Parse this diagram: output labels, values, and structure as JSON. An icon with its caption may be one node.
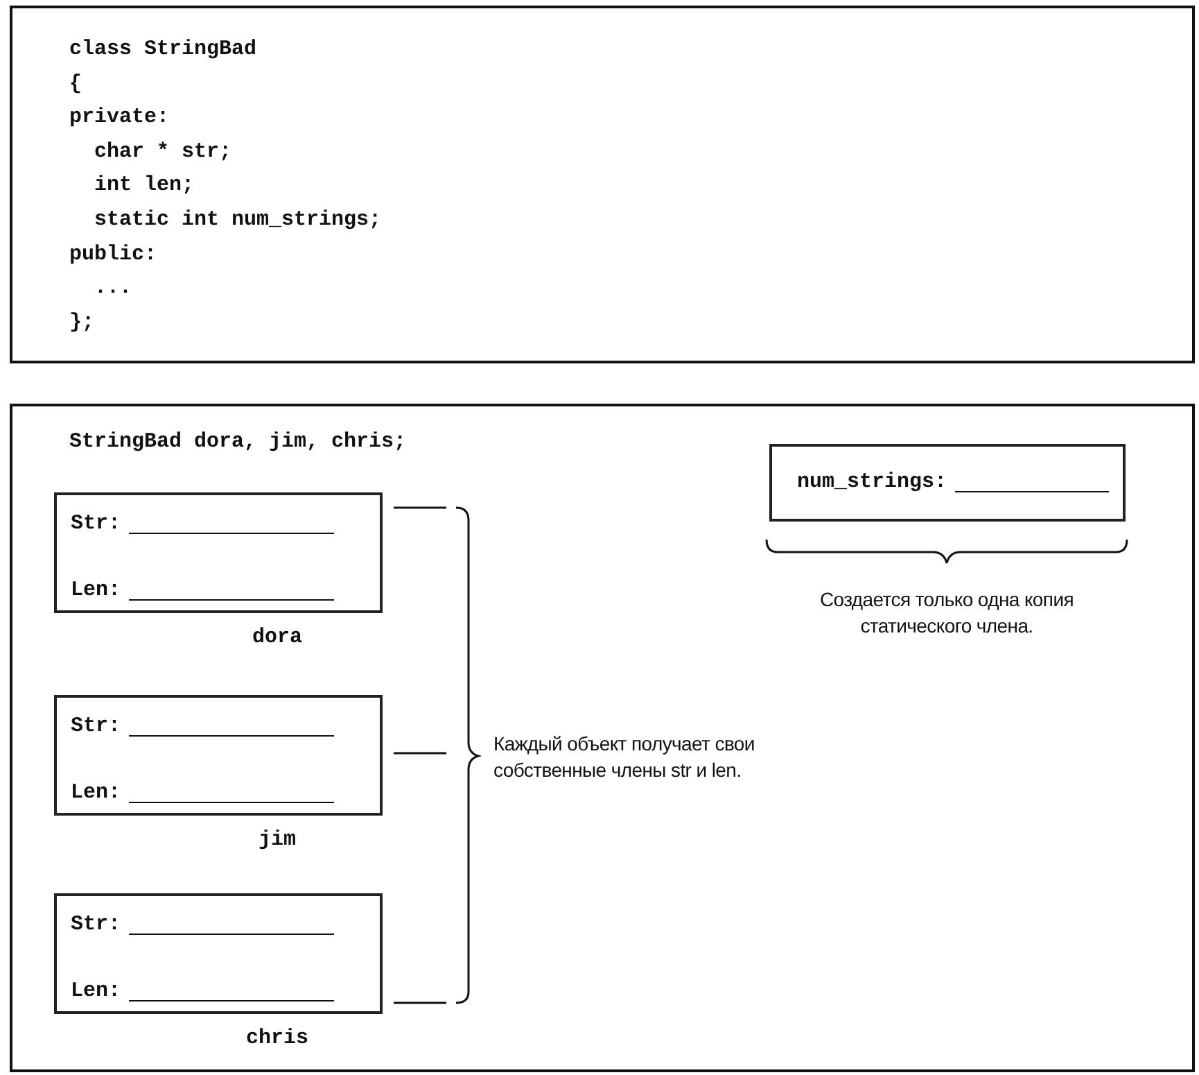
{
  "diagram": {
    "nodes": [
      {
        "text": [
          "class StringBad",
          "{",
          "private:",
          "char * str;",
          "int len;",
          "static int num_strings;",
          "public:",
          "...",
          "};"
        ]
      },
      {
        "text": [
          "StringBad dora, jim, chris;"
        ]
      },
      {
        "text": [
          "Str:",
          "Len:"
        ],
        "in": 1,
        "beside": [
          "dora"
        ]
      },
      {
        "text": [
          "Str:",
          "Len:"
        ],
        "in": 1,
        "beside": [
          "jim"
        ]
      },
      {
        "text": [
          "Str:",
          "Len:"
        ],
        "in": 1,
        "beside": [
          "chris"
        ]
      },
      {
        "text": [
          "num_strings:"
        ],
        "in": 1
      }
    ],
    "edges": [],
    "labels": [
      "Создается только одна копия статического члена.",
      "Каждый объект получает свои собственные члены str и len."
    ]
  }
}
